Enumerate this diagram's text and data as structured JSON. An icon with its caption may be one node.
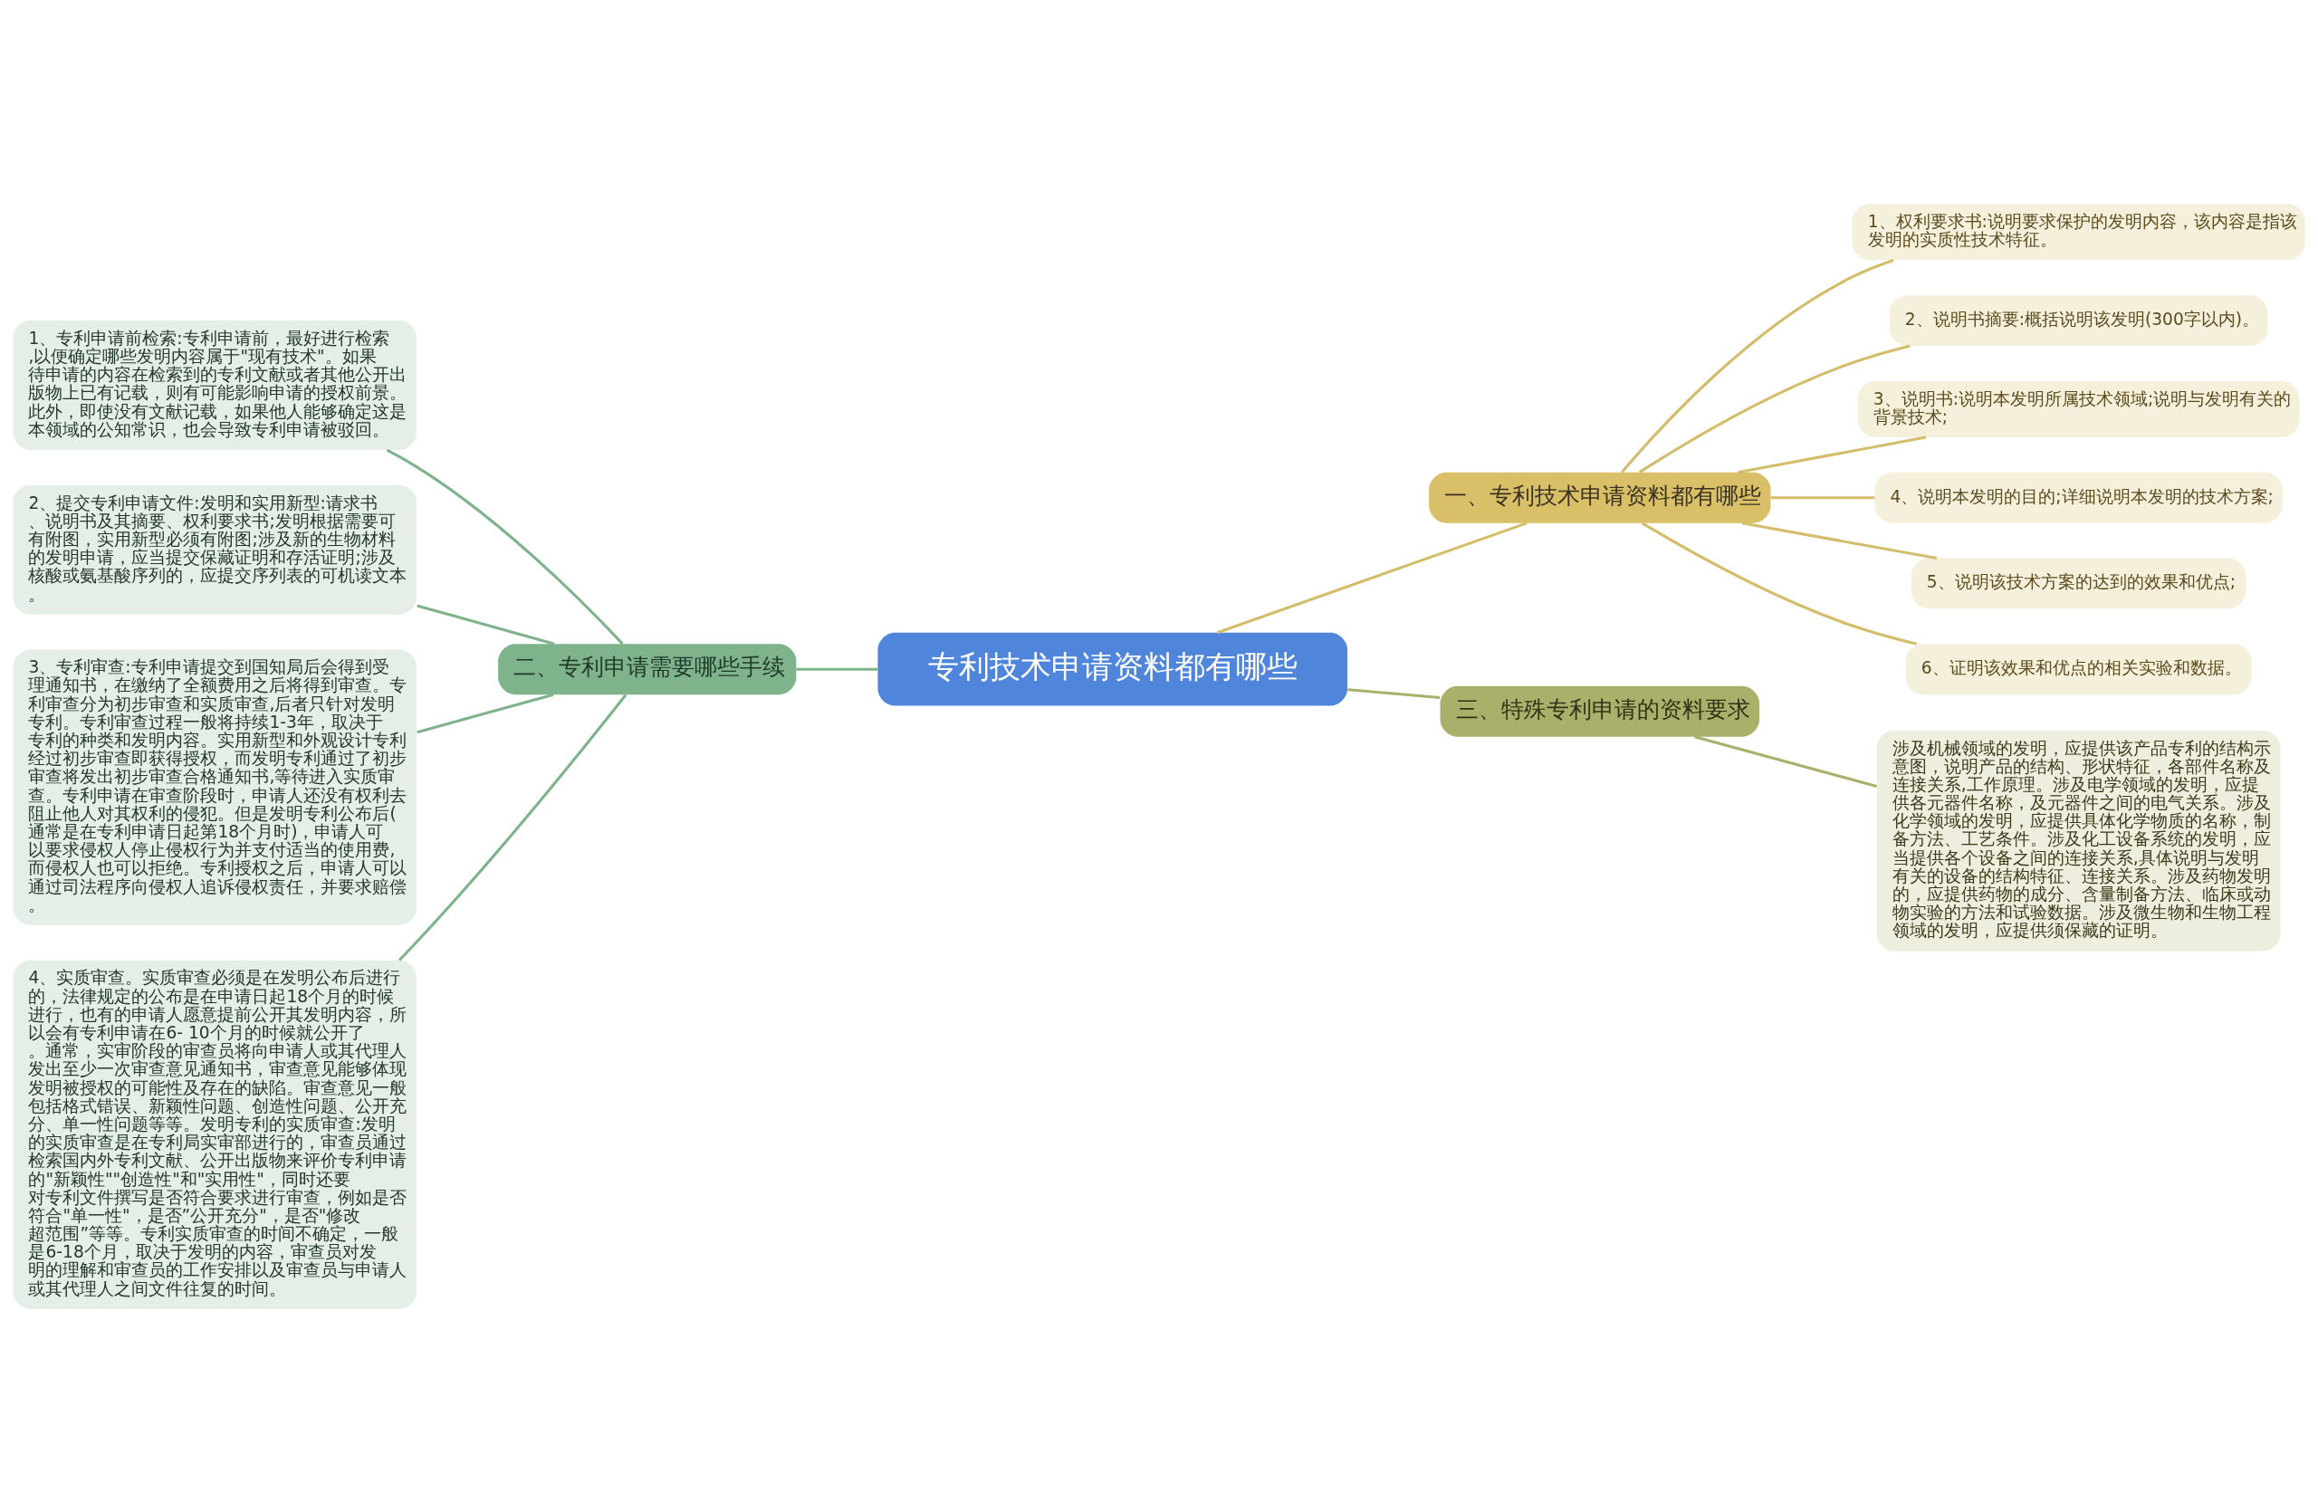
{
  "diagram": {
    "nodes": [
      {
        "text": [
          "专利技术申请资料都有哪些"
        ]
      },
      {
        "text": [
          "一、专利技术申请资料都有哪些"
        ]
      },
      {
        "text": [
          "1、权利要求书:说明要求保护的发明内容，该内容是指该发明的实质性技术特征。"
        ]
      },
      {
        "text": [
          "2、说明书摘要:概括说明该发明(300字以内)。"
        ]
      },
      {
        "text": [
          "3、说明书:说明本发明所属技术领域;说明与发明有关的背景技术;"
        ]
      },
      {
        "text": [
          "4、说明本发明的目的;详细说明本发明的技术方案;"
        ]
      },
      {
        "text": [
          "5、说明该技术方案的达到的效果和优点;"
        ]
      },
      {
        "text": [
          "6、证明该效果和优点的相关实验和数据。"
        ]
      },
      {
        "text": [
          "二、专利申请需要哪些手续"
        ]
      },
      {
        "text": [
          "1、专利申请前检索:专利申请前，最好进行检索,以便确定哪些发明内容属于\"现有技术\"。如果待申请的内容在检索到的专利文献或者其他公开出版物上已有记载，则有可能影响申请的授权前景。此外，即使没有文献记载，如果他人能够确定这是本领域的公知常识，也会导致专利申请被驳回。"
        ]
      },
      {
        "text": [
          "2、提交专利申请文件:发明和实用新型:请求书、说明书及其摘要、权利要求书;发明根据需要可有附图，实用新型必须有附图;涉及新的生物材料的发明申请，应当提交保藏证明和存活证明;涉及核酸或氨基酸序列的，应提交序列表的可机读文本。"
        ]
      },
      {
        "text": [
          "3、专利审查:专利申请提交到国知局后会得到受理通知书，在缴纳了全额费用之后将得到审查。专利审查分为初步审查和实质审查,后者只针对发明专利。专利审查过程一般将持续1-3年，取决于专利的种类和发明内容。实用新型和外观设计专利经过初步审查即获得授权，而发明专利通过了初步审查将发出初步审查合格通知书,等待进入实质审查。专利申请在审查阶段时，申请人还没有权利去阻止他人对其权利的侵犯。但是发明专利公布后(通常是在专利申请日起第18个月时)，申请人可以要求侵权人停止侵权行为并支付适当的使用费,而侵权人也可以拒绝。专利授权之后，申请人可以通过司法程序向侵权人追诉侵权责任，并要求赔偿。"
        ]
      },
      {
        "text": [
          "4、实质审查。实质审查必须是在发明公布后进行的，法律规定的公布是在申请日起18个月的时候进行，也有的申请人愿意提前公开其发明内容，所以会有专利申请在6- 10个月的时候就公开了。通常，实审阶段的审查员将向申请人或其代理人发出至少一次审查意见通知书，审查意见能够体现发明被授权的可能性及存在的缺陷。审查意见一般包括格式错误、新颖性问题、创造性问题、公开充分、单一性问题等等。发明专利的实质审查:发明的实质审查是在专利局实审部进行的，审查员通过检索国内外专利文献、公开出版物来评价专利申请的\"新颖性\"\"创造性\"和\"实用性\"，同时还要对专利文件撰写是否符合要求进行审查，例如是否符合\"单一性\"，是否”公开充分\"，是否\"修改超范围”等等。专利实质审查的时间不确定，一般是6-18个月，取决于发明的内容，审查员对发明的理解和审查员的工作安排以及审查员与申请人或其代理人之间文件往复的时间。"
        ]
      },
      {
        "text": [
          "三、特殊专利申请的资料要求"
        ]
      },
      {
        "text": [
          "涉及机械领域的发明，应提供该产品专利的结构示意图，说明产品的结构、形状特征，各部件名称及连接关系,工作原理。涉及电学领域的发明，应提供各元器件名称，及元器件之间的电气关系。涉及化学领域的发明，应提供具体化学物质的名称，制备方法、工艺条件。涉及化工设备系统的发明，应当提供各个设备之间的连接关系,具体说明与发明有关的设备的结构特征、连接关系。涉及药物发明的，应提供药物的成分、含量制备方法、临床或动物实验的方法和试验数据。涉及微生物和生物工程领域的发明，应提供须保藏的证明。"
        ]
      }
    ],
    "edges": [
      {
        "from": 0,
        "to": 1,
        "arrow": "none"
      },
      {
        "from": 1,
        "to": 2,
        "arrow": "none"
      },
      {
        "from": 1,
        "to": 3,
        "arrow": "none"
      },
      {
        "from": 1,
        "to": 4,
        "arrow": "none"
      },
      {
        "from": 1,
        "to": 5,
        "arrow": "none"
      },
      {
        "from": 1,
        "to": 6,
        "arrow": "none"
      },
      {
        "from": 1,
        "to": 7,
        "arrow": "none"
      },
      {
        "from": 0,
        "to": 8,
        "arrow": "none",
        "color": "#7fb38c"
      },
      {
        "from": 8,
        "to": 9,
        "arrow": "none",
        "color": "#7fb38c"
      },
      {
        "from": 8,
        "to": 10,
        "arrow": "none",
        "color": "#7fb38c"
      },
      {
        "from": 8,
        "to": 11,
        "arrow": "none",
        "color": "#7fb38c"
      },
      {
        "from": 8,
        "to": 12,
        "arrow": "none",
        "color": "#7fb38c"
      },
      {
        "from": 0,
        "to": 13,
        "arrow": "none",
        "color": "#aab06a"
      },
      {
        "from": 13,
        "to": 14,
        "arrow": "none",
        "color": "#aab06a"
      }
    ]
  }
}
